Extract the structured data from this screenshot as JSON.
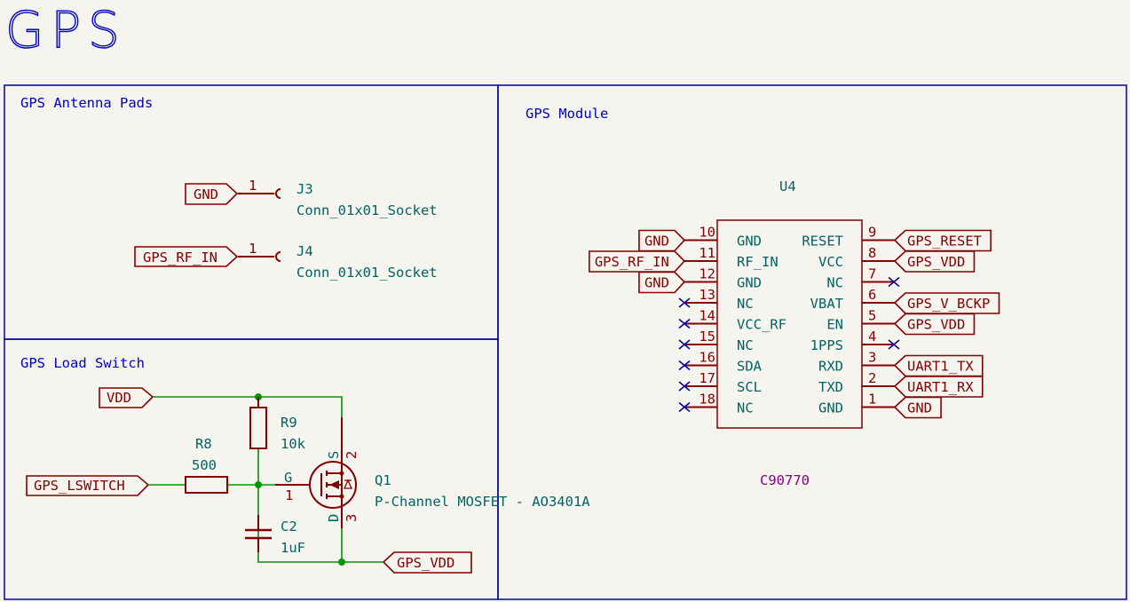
{
  "title": "GPS",
  "colors": {
    "symbol": "#840000",
    "field": "#006464",
    "wire": "#009600",
    "sheet": "#0000a0",
    "footprint_text": "#840084"
  },
  "sections": {
    "antenna": "GPS Antenna Pads",
    "module": "GPS Module",
    "load_switch": "GPS Load Switch"
  },
  "antenna": {
    "j3": {
      "ref": "J3",
      "value": "Conn_01x01_Socket",
      "pin": "1",
      "net": "GND"
    },
    "j4": {
      "ref": "J4",
      "value": "Conn_01x01_Socket",
      "pin": "1",
      "net": "GPS_RF_IN"
    }
  },
  "module": {
    "ref": "U4",
    "value": "C90770",
    "left_pins": [
      {
        "num": "10",
        "name": "GND",
        "net": "GND"
      },
      {
        "num": "11",
        "name": "RF_IN",
        "net": "GPS_RF_IN"
      },
      {
        "num": "12",
        "name": "GND",
        "net": "GND"
      },
      {
        "num": "13",
        "name": "NC",
        "net": ""
      },
      {
        "num": "14",
        "name": "VCC_RF",
        "net": ""
      },
      {
        "num": "15",
        "name": "NC",
        "net": ""
      },
      {
        "num": "16",
        "name": "SDA",
        "net": ""
      },
      {
        "num": "17",
        "name": "SCL",
        "net": ""
      },
      {
        "num": "18",
        "name": "NC",
        "net": ""
      }
    ],
    "right_pins": [
      {
        "num": "9",
        "name": "RESET",
        "net": "GPS_RESET"
      },
      {
        "num": "8",
        "name": "VCC",
        "net": "GPS_VDD"
      },
      {
        "num": "7",
        "name": "NC",
        "net": ""
      },
      {
        "num": "6",
        "name": "VBAT",
        "net": "GPS_V_BCKP"
      },
      {
        "num": "5",
        "name": "EN",
        "net": "GPS_VDD"
      },
      {
        "num": "4",
        "name": "1PPS",
        "net": ""
      },
      {
        "num": "3",
        "name": "RXD",
        "net": "UART1_TX"
      },
      {
        "num": "2",
        "name": "TXD",
        "net": "UART1_RX"
      },
      {
        "num": "1",
        "name": "GND",
        "net": "GND"
      }
    ]
  },
  "load_switch": {
    "vdd": "VDD",
    "lswitch": "GPS_LSWITCH",
    "gps_vdd": "GPS_VDD",
    "r9": {
      "ref": "R9",
      "value": "10k"
    },
    "r8": {
      "ref": "R8",
      "value": "500"
    },
    "c2": {
      "ref": "C2",
      "value": "1uF"
    },
    "q1": {
      "ref": "Q1",
      "value": "P-Channel MOSFET - AO3401A",
      "g": "G",
      "g_pin": "1",
      "s": "S",
      "s_pin": "2",
      "d": "D",
      "d_pin": "3"
    }
  }
}
